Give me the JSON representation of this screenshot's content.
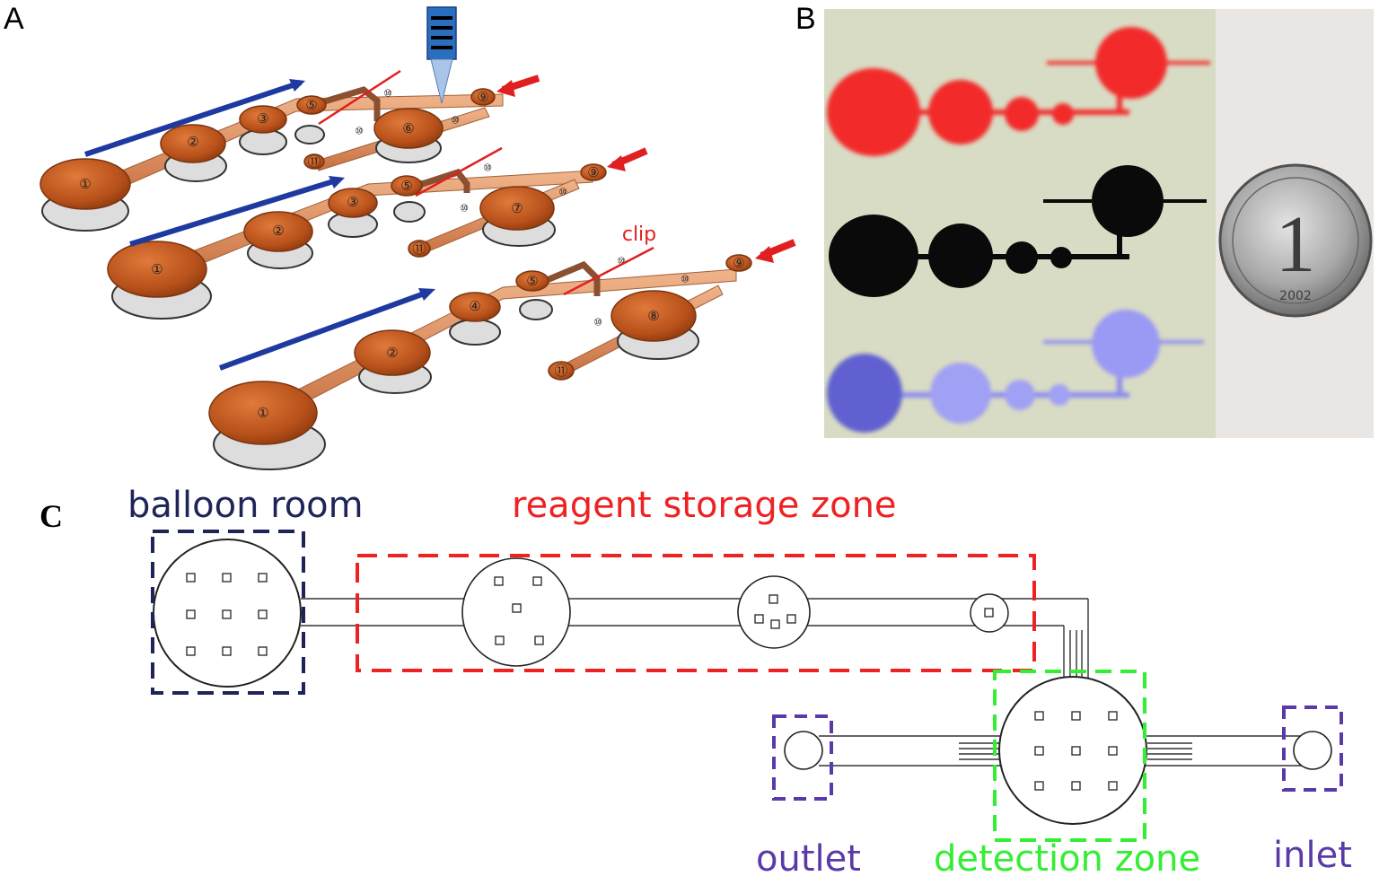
{
  "panel_labels": {
    "a": "A",
    "b": "B",
    "c": "C"
  },
  "panel_a": {
    "clip_label": "clip",
    "rows": [
      {
        "chambers": [
          "①",
          "②",
          "③",
          "⑤",
          "⑥",
          "⑨",
          "⑪"
        ],
        "valves": [
          "⑩",
          "⑩",
          "⑩"
        ]
      },
      {
        "chambers": [
          "①",
          "②",
          "③",
          "⑤",
          "⑦",
          "⑨",
          "⑪"
        ],
        "valves": [
          "⑩",
          "⑩",
          "⑩"
        ]
      },
      {
        "chambers": [
          "①",
          "②",
          "④",
          "⑤",
          "⑧",
          "⑨",
          "⑪"
        ],
        "valves": [
          "⑩",
          "⑩",
          "⑩"
        ]
      }
    ]
  },
  "panel_b": {
    "dye_colors": [
      "#f22b2b",
      "#0a0a0a",
      "#8a8af0"
    ],
    "coin_text": "2002"
  },
  "panel_c": {
    "zones": {
      "balloon_room": "balloon room",
      "reagent_storage_zone": "reagent storage zone",
      "outlet": "outlet",
      "detection_zone": "detection zone",
      "inlet": "inlet"
    },
    "colors": {
      "balloon_room": "#1e2458",
      "reagent_storage_zone": "#ee2222",
      "outlet": "#5a3aa8",
      "detection_zone": "#33ee33",
      "inlet": "#5a3aa8"
    }
  }
}
